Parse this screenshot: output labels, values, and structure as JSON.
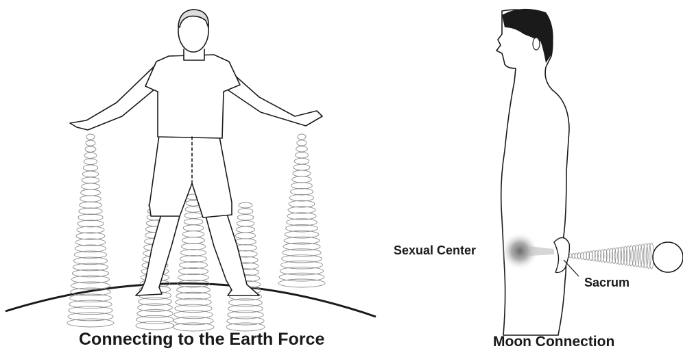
{
  "left_figure": {
    "caption": "Connecting to the Earth Force"
  },
  "right_figure": {
    "caption": "Moon Connection",
    "labels": {
      "sexual_center": "Sexual Center",
      "sacrum": "Sacrum"
    }
  },
  "colors": {
    "line": "#1a1a1a",
    "spiral": "#8a8a8a",
    "glow": "#7a7a7a",
    "background": "#ffffff"
  }
}
